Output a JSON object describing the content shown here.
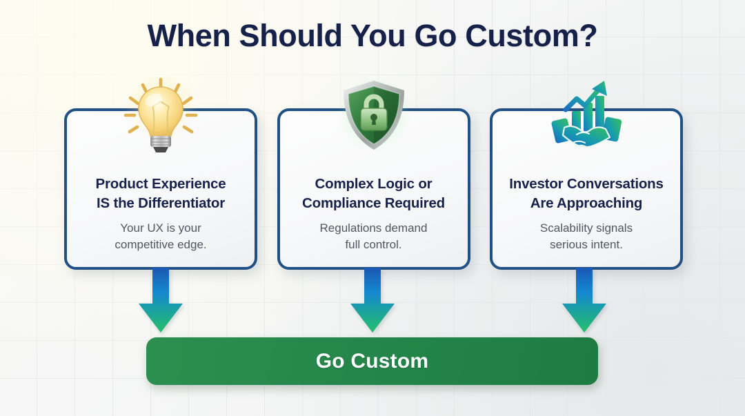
{
  "page": {
    "title": "When Should You Go Custom?",
    "background_color": "#f4f5f4",
    "grid": true
  },
  "theme": {
    "title_color": "#16214a",
    "card_border_color": "#215184",
    "card_title_color": "#17214a",
    "card_text_color": "#4e5761",
    "arrow_gradient_from": "#1474c8",
    "arrow_gradient_to": "#24c06a",
    "cta_color": "#24864a",
    "cta_text_color": "#ffffff"
  },
  "cards": [
    {
      "icon": "lightbulb-icon",
      "title": "Product Experience\nIS the Differentiator",
      "title_lines": [
        "Product Experience",
        "IS the Differentiator"
      ],
      "subtitle_lines": [
        "Your UX is your",
        "competitive edge."
      ]
    },
    {
      "icon": "shield-lock-icon",
      "title": "Complex Logic or\nCompliance Required",
      "title_lines": [
        "Complex Logic or",
        "Compliance Required"
      ],
      "subtitle_lines": [
        "Regulations demand",
        "full control."
      ]
    },
    {
      "icon": "handshake-growth-icon",
      "title": "Investor Conversations\nAre Approaching",
      "title_lines": [
        "Investor Conversations",
        "Are Approaching"
      ],
      "subtitle_lines": [
        "Scalability signals",
        "serious intent."
      ]
    }
  ],
  "arrows": [
    {
      "name": "arrow-down-card-1"
    },
    {
      "name": "arrow-down-card-2"
    },
    {
      "name": "arrow-down-card-3"
    }
  ],
  "cta": {
    "label": "Go Custom"
  }
}
